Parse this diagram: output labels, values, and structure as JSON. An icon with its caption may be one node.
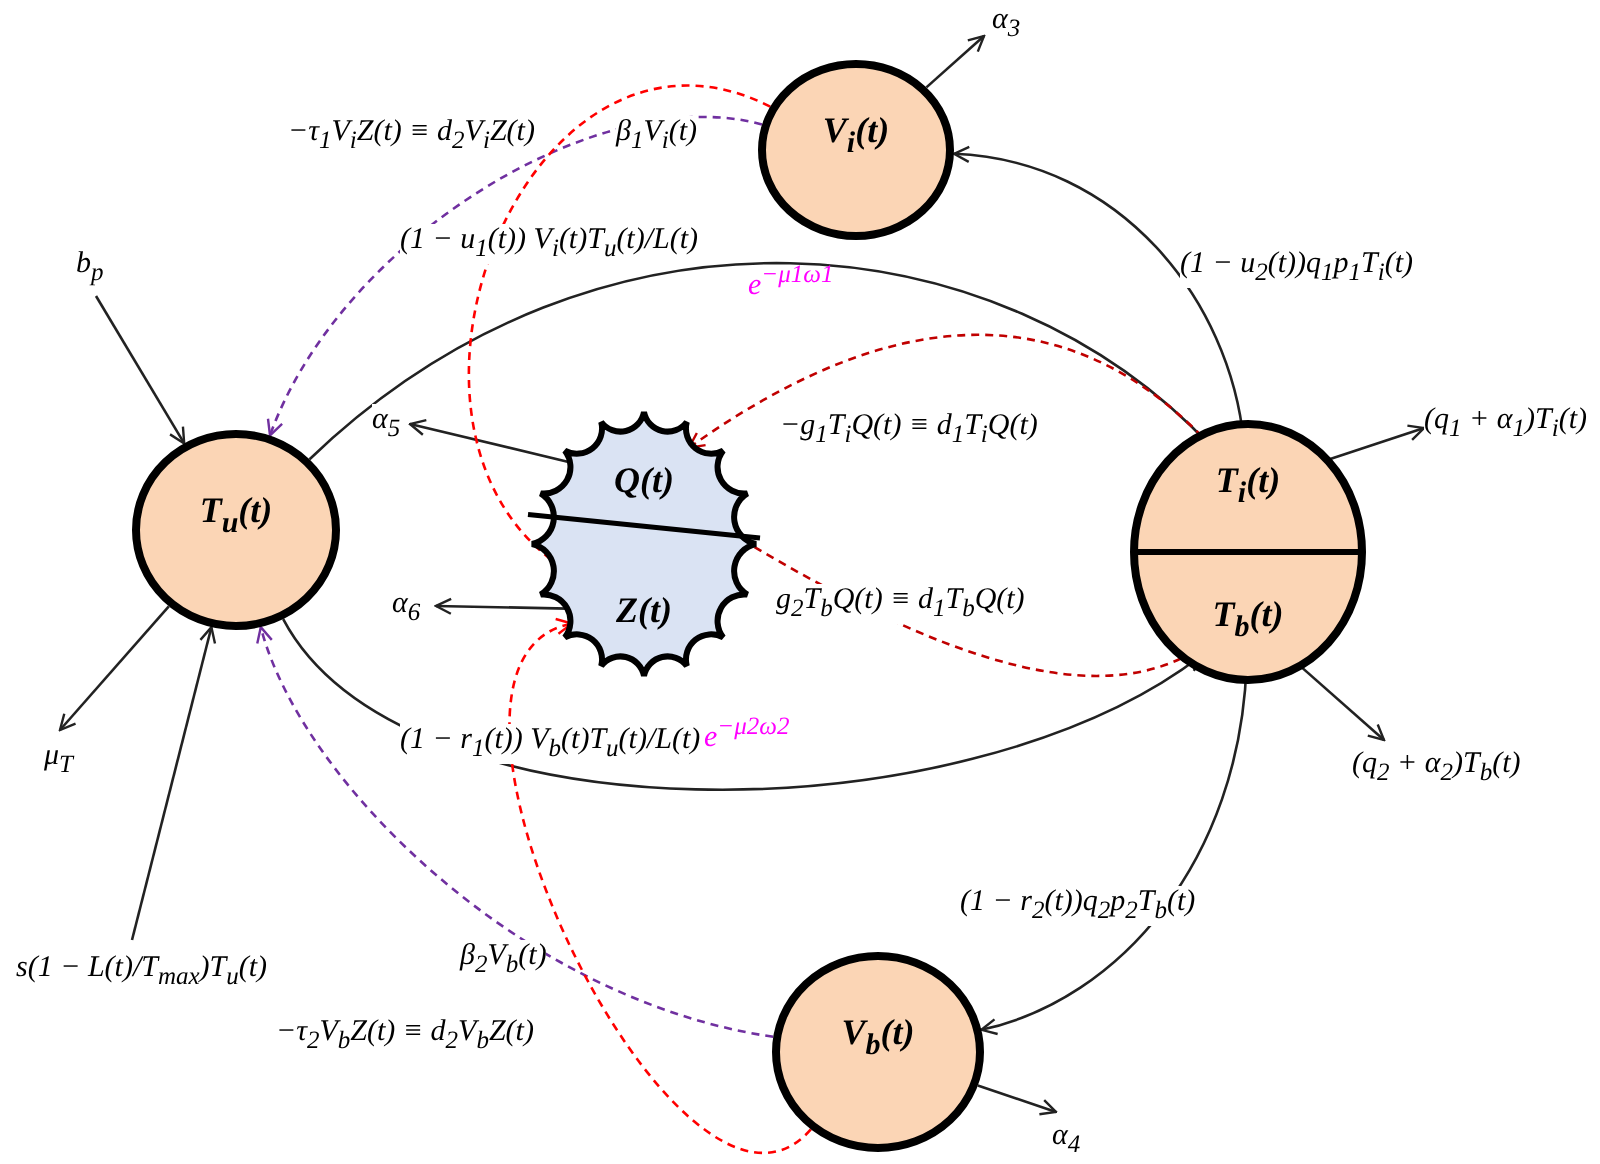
{
  "diagram": {
    "nodes": [
      {
        "text": [
          "T$_{u}$(t)"
        ]
      },
      {
        "text": [
          "V$_{i}$(t)"
        ]
      },
      {
        "text": [],
        "shape": "cloud"
      },
      {
        "text": [
          "Q(t)"
        ],
        "in": 2
      },
      {
        "text": [
          "Z(t)"
        ],
        "in": 2
      },
      {
        "text": [],
        "shape": "circle"
      },
      {
        "text": [
          "T$_{i}$(t)"
        ],
        "in": 5
      },
      {
        "text": [
          "T$_{b}$(t)"
        ],
        "in": 5
      },
      {
        "text": [
          "V$_{b}$(t)"
        ]
      }
    ],
    "edges": [
      {
        "from": null,
        "to": 0,
        "arrow": "to",
        "label": "b$_{p}$"
      },
      {
        "from": 0,
        "to": null,
        "arrow": "to",
        "label": "μ$_{T}$"
      },
      {
        "from": null,
        "to": 0,
        "arrow": "to",
        "label": "s(1 − L(t)/T$_{max}$)T$_{u}$(t)"
      },
      {
        "from": 0,
        "to": 6,
        "arrow": "to",
        "label": "(1 − u$_{1}$(t)) V$_{i}$(t)T$_{u}$(t)/L(t)"
      },
      {
        "from": 0,
        "to": 7,
        "arrow": "to",
        "label": "(1 − r$_{1}$(t)) V$_{b}$(t)T$_{u}$(t)/L(t)"
      },
      {
        "from": 6,
        "to": 1,
        "arrow": "to",
        "label": "(1 − u$_{2}$(t))q$_{1}$p$_{1}$T$_{i}$(t)"
      },
      {
        "from": 7,
        "to": 8,
        "arrow": "to",
        "label": "(1 − r$_{2}$(t))q$_{2}$p$_{2}$T$_{b}$(t)"
      },
      {
        "from": 1,
        "to": null,
        "arrow": "to",
        "label": "α$_{3}$"
      },
      {
        "from": 8,
        "to": null,
        "arrow": "to",
        "label": "α$_{4}$"
      },
      {
        "from": 3,
        "to": null,
        "arrow": "to",
        "label": "α$_{5}$"
      },
      {
        "from": 4,
        "to": null,
        "arrow": "to",
        "label": "α$_{6}$"
      },
      {
        "from": 6,
        "to": null,
        "arrow": "to",
        "label": "(q$_{1}$ + α$_{1}$)T$_{i}$(t)"
      },
      {
        "from": 7,
        "to": null,
        "arrow": "to",
        "label": "(q$_{2}$ + α$_{2}$)T$_{b}$(t)"
      },
      {
        "from": 1,
        "to": 0,
        "arrow": "to",
        "label": "β$_{1}$V$_{i}$(t)",
        "style": "dashed",
        "color": "#7030a0"
      },
      {
        "from": 8,
        "to": 0,
        "arrow": "to",
        "label": "β$_{2}$V$_{b}$(t)",
        "style": "dashed",
        "color": "#7030a0"
      },
      {
        "from": 1,
        "to": 4,
        "arrow": "to",
        "label": "−τ$_{1}$V$_{i}$Z(t) ≡ d$_{2}$V$_{i}$Z(t)",
        "style": "dashed",
        "color": "#ff0000"
      },
      {
        "from": 8,
        "to": 4,
        "arrow": "to",
        "label": "−τ$_{2}$V$_{b}$Z(t) ≡ d$_{2}$V$_{b}$Z(t)",
        "style": "dashed",
        "color": "#ff0000"
      },
      {
        "from": 6,
        "to": 3,
        "arrow": "to",
        "label": "−g$_{1}$T$_{i}$Q(t) ≡ d$_{1}$T$_{i}$Q(t)",
        "style": "dashed",
        "color": "#c00000"
      },
      {
        "from": 7,
        "to": 3,
        "arrow": "to",
        "label": "g$_{2}$T$_{b}$Q(t) ≡ d$_{1}$T$_{b}$Q(t)",
        "style": "dashed",
        "color": "#c00000"
      }
    ],
    "labels": [
      "e$^{−μ1ω1}$",
      "e$^{−μ2ω2}$"
    ]
  }
}
